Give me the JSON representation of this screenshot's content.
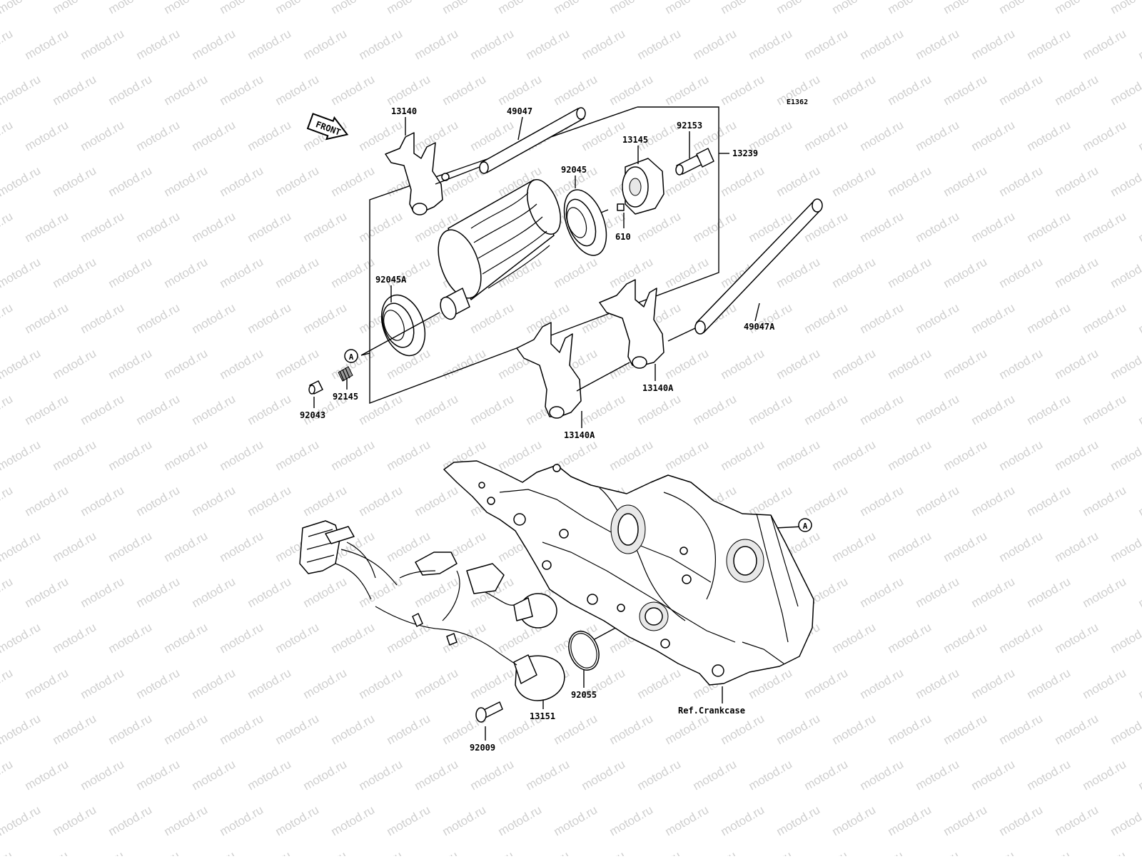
{
  "diagram": {
    "code": "E1362",
    "watermark": "motod.ru",
    "front_label": "FRONT",
    "ref_label": "Ref.Crankcase",
    "callout_a": "A",
    "parts": {
      "p13140": "13140",
      "p49047": "49047",
      "p92153": "92153",
      "p13145": "13145",
      "p13239": "13239",
      "p92045": "92045",
      "p610": "610",
      "p92045A": "92045A",
      "p49047A": "49047A",
      "p92145": "92145",
      "p92043": "92043",
      "p13140A_upper": "13140A",
      "p13140A_lower": "13140A",
      "p92055": "92055",
      "p13151": "13151",
      "p92009": "92009"
    }
  }
}
